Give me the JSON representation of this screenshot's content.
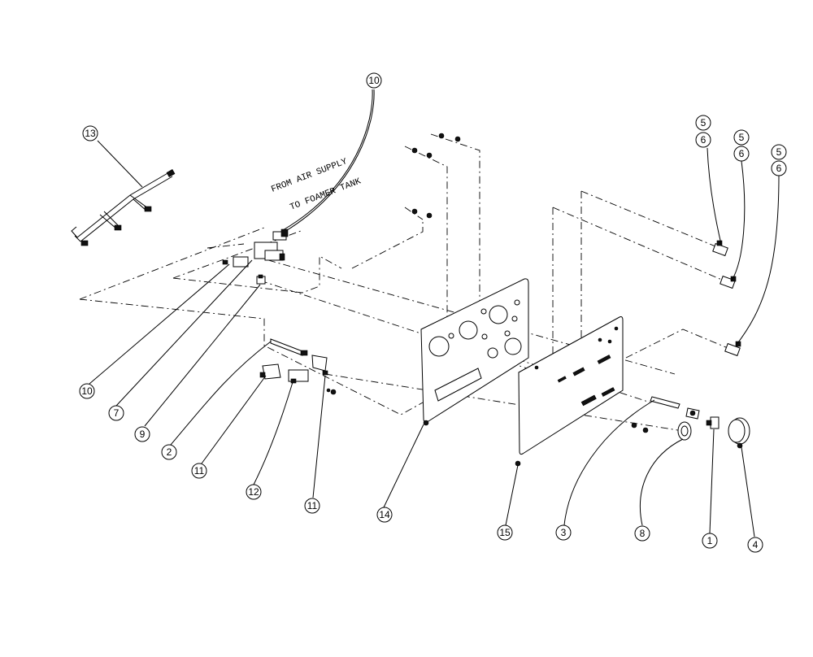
{
  "notes": {
    "from_air_supply": "FROM AIR SUPPLY",
    "to_foamer_tank": "TO FOAMER TANK"
  },
  "callouts": [
    {
      "id": "c13",
      "label": "13"
    },
    {
      "id": "c10a",
      "label": "10"
    },
    {
      "id": "c5a",
      "label": "5"
    },
    {
      "id": "c6a",
      "label": "6"
    },
    {
      "id": "c5b",
      "label": "5"
    },
    {
      "id": "c6b",
      "label": "6"
    },
    {
      "id": "c5c",
      "label": "5"
    },
    {
      "id": "c6c",
      "label": "6"
    },
    {
      "id": "c10b",
      "label": "10"
    },
    {
      "id": "c7",
      "label": "7"
    },
    {
      "id": "c9",
      "label": "9"
    },
    {
      "id": "c2",
      "label": "2"
    },
    {
      "id": "c11a",
      "label": "11"
    },
    {
      "id": "c12",
      "label": "12"
    },
    {
      "id": "c11b",
      "label": "11"
    },
    {
      "id": "c14",
      "label": "14"
    },
    {
      "id": "c15",
      "label": "15"
    },
    {
      "id": "c3",
      "label": "3"
    },
    {
      "id": "c8",
      "label": "8"
    },
    {
      "id": "c1",
      "label": "1"
    },
    {
      "id": "c4",
      "label": "4"
    }
  ]
}
